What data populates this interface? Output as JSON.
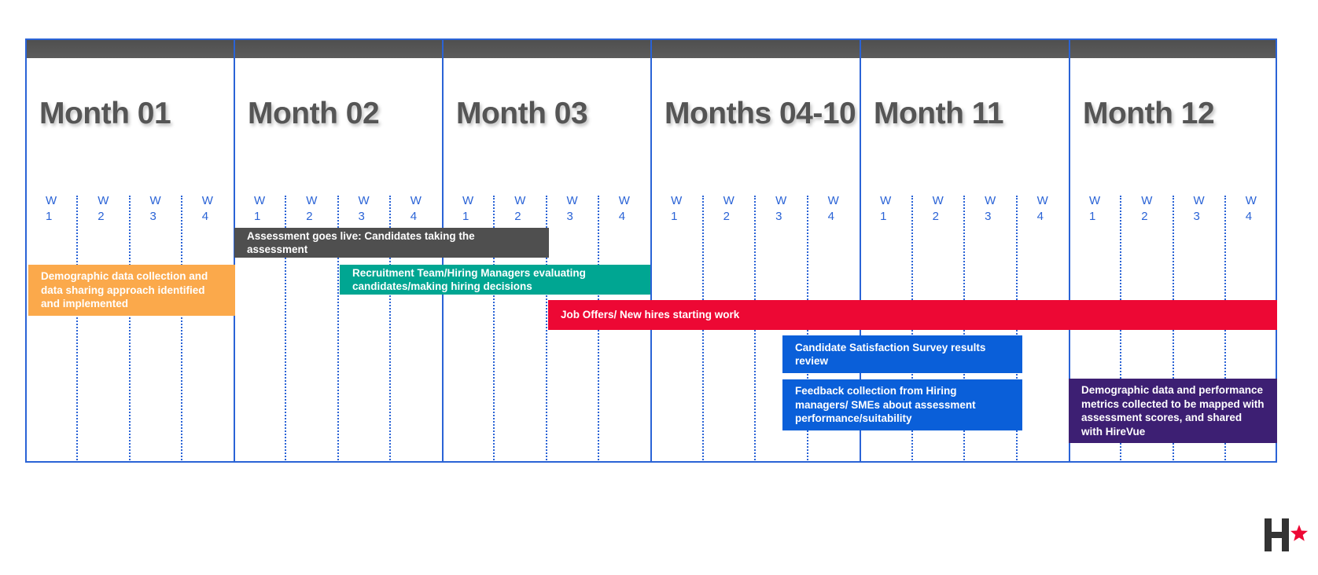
{
  "months": [
    {
      "label": "Month 01",
      "weeks": [
        {
          "w": "W",
          "n": "1"
        },
        {
          "w": "W",
          "n": "2"
        },
        {
          "w": "W",
          "n": "3"
        },
        {
          "w": "W",
          "n": "4"
        }
      ]
    },
    {
      "label": "Month 02",
      "weeks": [
        {
          "w": "W",
          "n": "1"
        },
        {
          "w": "W",
          "n": "2"
        },
        {
          "w": "W",
          "n": "3"
        },
        {
          "w": "W",
          "n": "4"
        }
      ]
    },
    {
      "label": "Month 03",
      "weeks": [
        {
          "w": "W",
          "n": "1"
        },
        {
          "w": "W",
          "n": "2"
        },
        {
          "w": "W",
          "n": "3"
        },
        {
          "w": "W",
          "n": "4"
        }
      ]
    },
    {
      "label": "Months 04-10",
      "weeks": [
        {
          "w": "W",
          "n": "1"
        },
        {
          "w": "W",
          "n": "2"
        },
        {
          "w": "W",
          "n": "3"
        },
        {
          "w": "W",
          "n": "4"
        }
      ]
    },
    {
      "label": "Month 11",
      "weeks": [
        {
          "w": "W",
          "n": "1"
        },
        {
          "w": "W",
          "n": "2"
        },
        {
          "w": "W",
          "n": "3"
        },
        {
          "w": "W",
          "n": "4"
        }
      ]
    },
    {
      "label": "Month 12",
      "weeks": [
        {
          "w": "W",
          "n": "1"
        },
        {
          "w": "W",
          "n": "2"
        },
        {
          "w": "W",
          "n": "3"
        },
        {
          "w": "W",
          "n": "4"
        }
      ]
    }
  ],
  "tasks": [
    {
      "label": "Assessment goes live: Candidates taking the assessment",
      "color": "#4f4f4f"
    },
    {
      "label": "Demographic data collection and data sharing approach identified and implemented",
      "color": "#fba94b"
    },
    {
      "label": "Recruitment Team/Hiring Managers evaluating candidates/making hiring decisions",
      "color": "#00a692"
    },
    {
      "label": "Job Offers/ New hires starting work",
      "color": "#ed0834"
    },
    {
      "label": "Candidate Satisfaction Survey results review",
      "color": "#0a5fd9"
    },
    {
      "label": "Feedback collection from Hiring managers/ SMEs about assessment performance/suitability",
      "color": "#0a5fd9"
    },
    {
      "label": "Demographic data and performance metrics collected to be  mapped with assessment scores, and shared with HireVue",
      "color": "#3d1f73"
    }
  ],
  "colors": {
    "grid_blue": "#2a63d6",
    "header_gray": "#555555",
    "logo_star": "#ed0834",
    "logo_dark": "#333333"
  },
  "logo": {
    "icon": "hirevue-logo-icon"
  }
}
